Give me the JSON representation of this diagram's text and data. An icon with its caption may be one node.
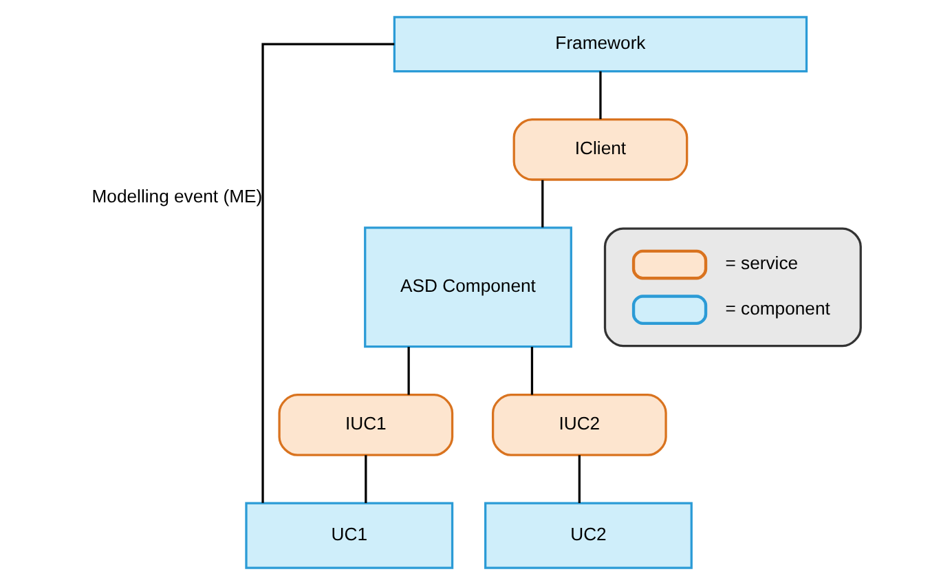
{
  "diagram": {
    "nodes": [
      {
        "text": [
          "Framework"
        ]
      },
      {
        "text": [
          "IClient"
        ]
      },
      {
        "text": [
          "ASD Component"
        ]
      },
      {
        "text": [
          "IUC1"
        ]
      },
      {
        "text": [
          "IUC2"
        ]
      },
      {
        "text": [
          "UC1"
        ]
      },
      {
        "text": [
          "UC2"
        ]
      }
    ],
    "edges": [
      {
        "from": 0,
        "to": 1,
        "arrow": "none"
      },
      {
        "from": 1,
        "to": 2,
        "arrow": "none"
      },
      {
        "from": 2,
        "to": 3,
        "arrow": "none"
      },
      {
        "from": 2,
        "to": 4,
        "arrow": "none"
      },
      {
        "from": 3,
        "to": 5,
        "arrow": "none"
      },
      {
        "from": 4,
        "to": 6,
        "arrow": "none"
      },
      {
        "from": 0,
        "to": 5,
        "arrow": "none",
        "label": "Modelling event (ME)"
      }
    ],
    "legend": [
      {
        "text": "= service",
        "color": "#fde5cf"
      },
      {
        "text": "= component",
        "color": "#cfeefa"
      }
    ]
  }
}
